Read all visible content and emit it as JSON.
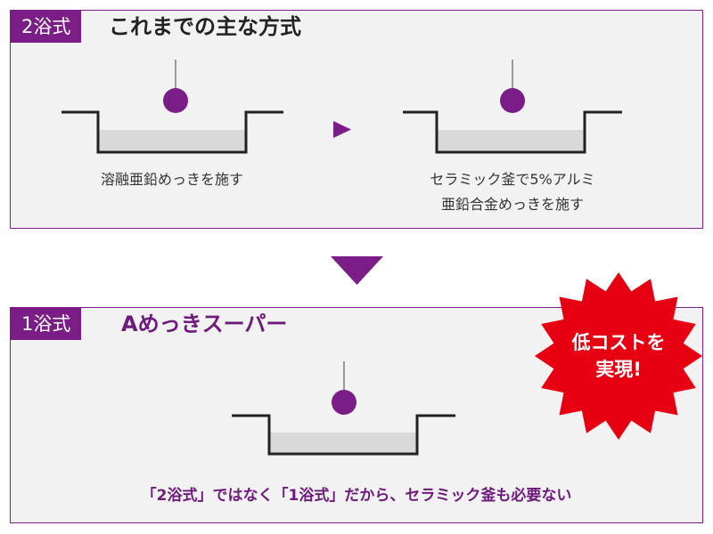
{
  "before": {
    "tag": "2浴式",
    "title": "これまでの主な方式",
    "step1_caption": "溶融亜鉛めっきを施す",
    "step2_caption_line1": "セラミック釜で5%アルミ",
    "step2_caption_line2": "亜鉛合金めっきを施す"
  },
  "after": {
    "tag": "1浴式",
    "title": "Aめっきスーパー",
    "note": "「2浴式」ではなく「1浴式」だから、セラミック釜も必要ない"
  },
  "badge": {
    "line1": "低コストを",
    "line2": "実現!"
  },
  "colors": {
    "accent": "#7a1d86",
    "panel_bg": "#f2f2f2",
    "burst": "#e60012",
    "bath": "#d9d9d9"
  },
  "icons": {
    "arrow_right": "triangle-right-icon",
    "arrow_down": "triangle-down-icon"
  }
}
